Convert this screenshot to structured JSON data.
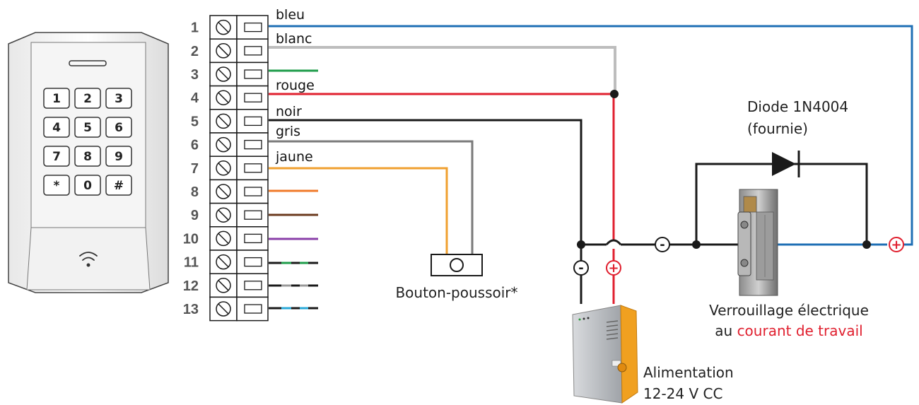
{
  "terminals": [
    "1",
    "2",
    "3",
    "4",
    "5",
    "6",
    "7",
    "8",
    "9",
    "10",
    "11",
    "12",
    "13"
  ],
  "wire_labels": {
    "bleu": "bleu",
    "blanc": "blanc",
    "rouge": "rouge",
    "noir": "noir",
    "gris": "gris",
    "jaune": "jaune"
  },
  "keypad": {
    "keys": [
      "1",
      "2",
      "3",
      "4",
      "5",
      "6",
      "7",
      "8",
      "9",
      "*",
      "0",
      "#"
    ]
  },
  "components": {
    "push_button": "Bouton-poussoir*",
    "diode_line1": "Diode 1N4004",
    "diode_line2": "(fournie)",
    "lock_line1": "Verrouillage électrique",
    "lock_line2_prefix": "au ",
    "lock_line2_highlight": "courant de travail",
    "psu_line1": "Alimentation",
    "psu_line2": "12-24 V CC"
  },
  "polarity": {
    "minus": "-",
    "plus": "+"
  },
  "colors": {
    "blue": "#1f6fb5",
    "white_wire": "#bdbdbd",
    "green": "#1e9c4a",
    "red": "#e0202f",
    "black": "#1a1a1a",
    "gray": "#7a7a7a",
    "yellow": "#f0a030",
    "orange": "#f07a2a",
    "brown": "#6b3a1e",
    "purple": "#8a3fa8",
    "highlight_text": "#e0202f"
  }
}
